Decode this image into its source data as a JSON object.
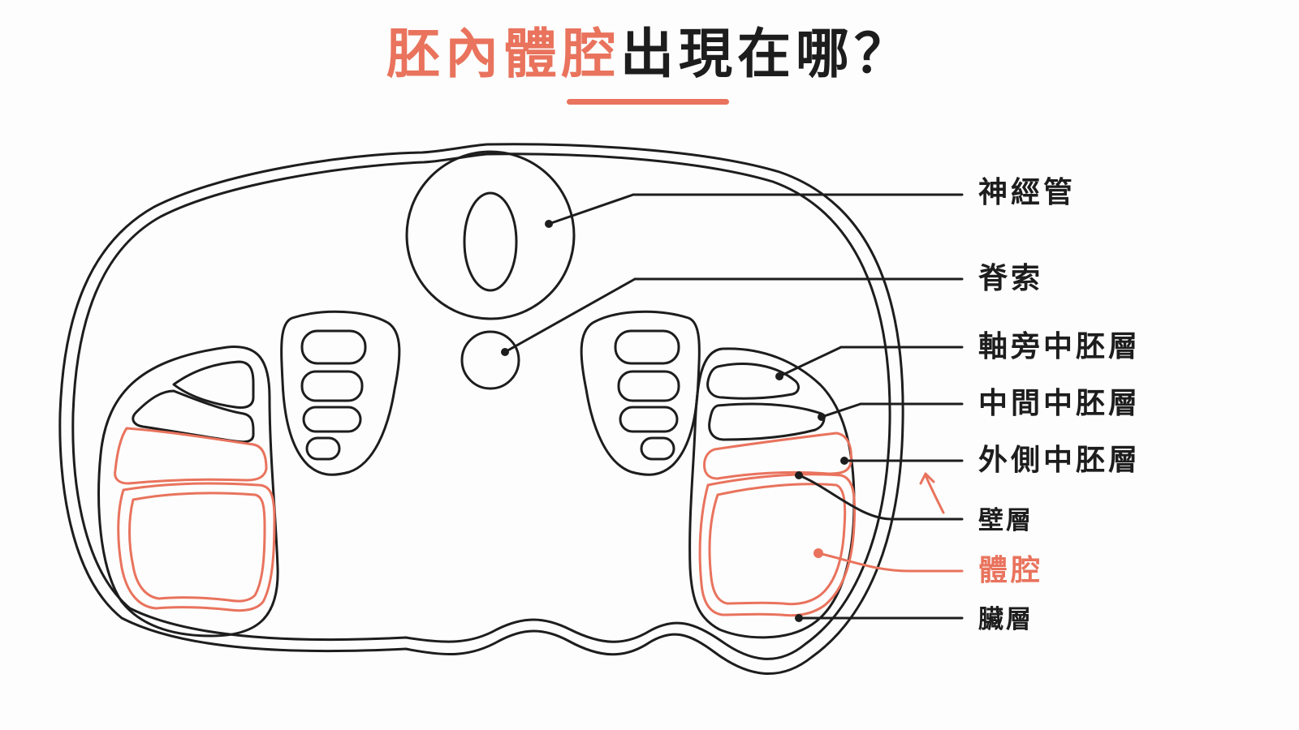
{
  "title": {
    "accent": "胚內體腔",
    "rest": "出現在哪？"
  },
  "labels": {
    "neural_tube": "神經管",
    "notochord": "脊索",
    "paraxial_mesoderm": "軸旁中胚層",
    "intermediate_mesoderm": "中間中胚層",
    "lateral_mesoderm": "外側中胚層",
    "parietal_layer": "壁層",
    "coelom": "體腔",
    "visceral_layer": "臟層"
  },
  "colors": {
    "accent": "#e9735d",
    "ink": "#1d1d1d",
    "background": "#fdfdfd"
  }
}
